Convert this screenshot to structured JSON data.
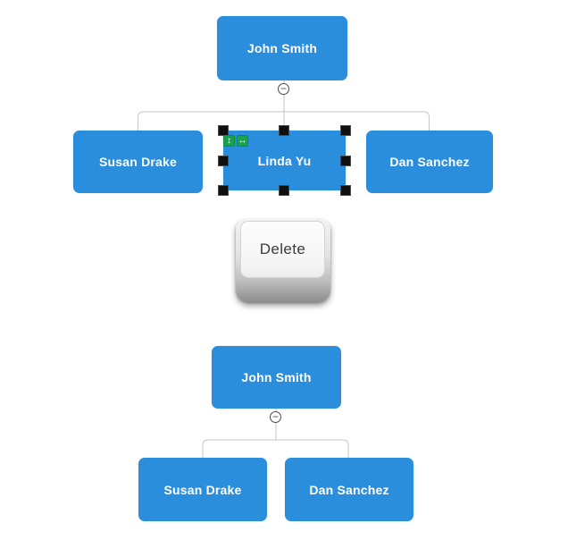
{
  "colors": {
    "node_fill": "#2B8EDC",
    "node_text": "#FFFFFF",
    "connector": "#C6C6C6",
    "collapse_border": "#4A4A4A",
    "selection_handle": "#0F0F0F",
    "badge_green": "#18A24D",
    "key_text": "#3B3B3B"
  },
  "icons": {
    "collapse_minus": "−",
    "resize_vertical": "↕",
    "resize_horizontal": "↔"
  },
  "top_chart": {
    "root_label": "John Smith",
    "children": [
      {
        "label": "Susan Drake",
        "selected": false
      },
      {
        "label": "Linda Yu",
        "selected": true
      },
      {
        "label": "Dan Sanchez",
        "selected": false
      }
    ]
  },
  "delete_key": {
    "label": "Delete"
  },
  "bottom_chart": {
    "root_label": "John Smith",
    "children": [
      {
        "label": "Susan Drake"
      },
      {
        "label": "Dan Sanchez"
      }
    ]
  }
}
